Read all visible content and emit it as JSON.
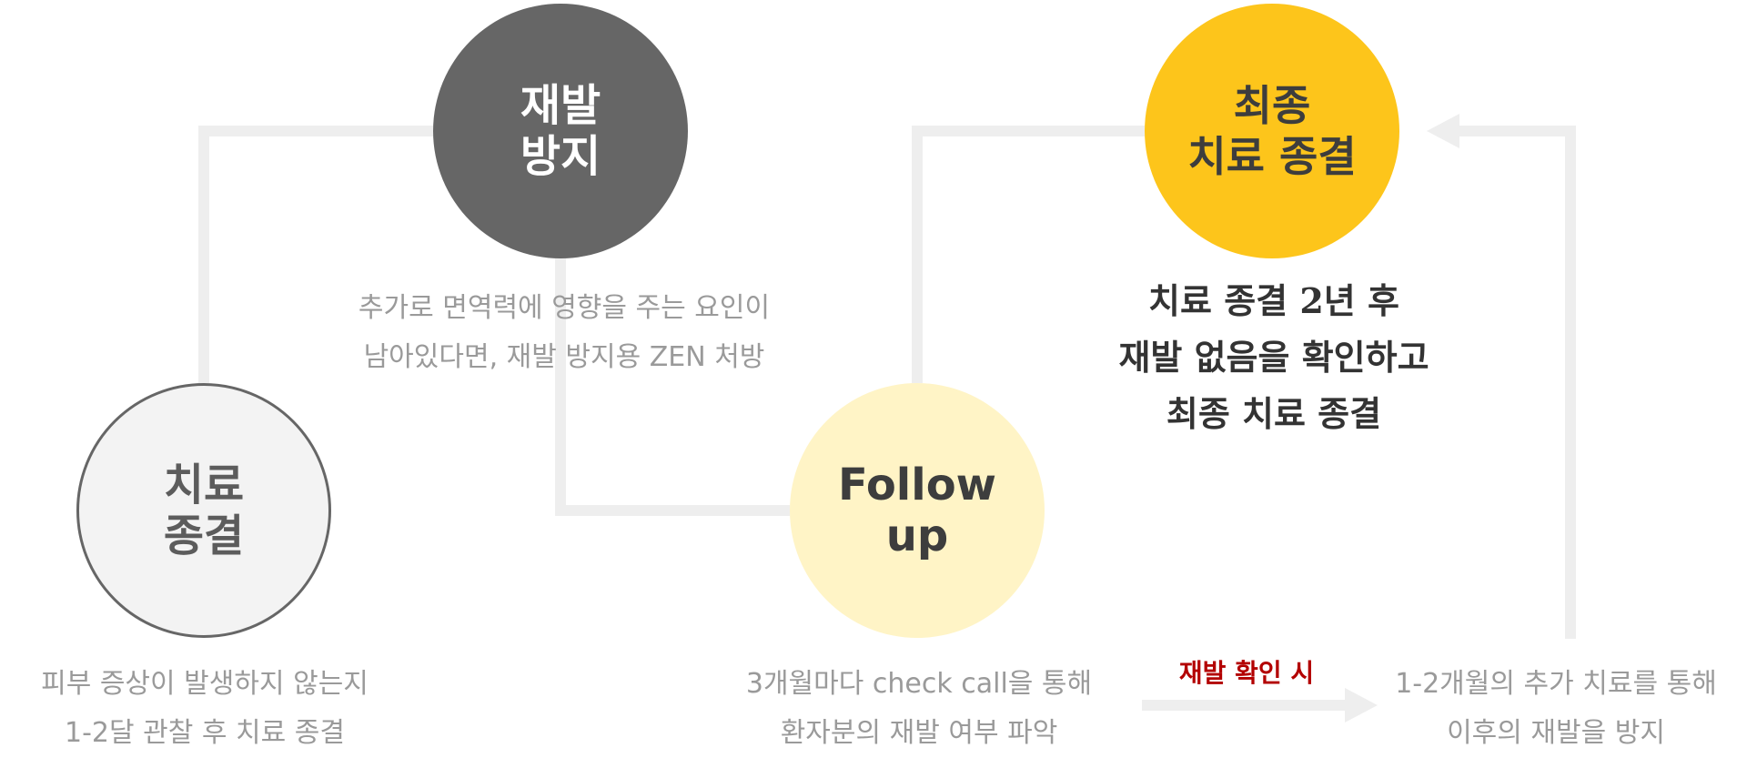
{
  "nodes": {
    "treatment_end": {
      "title_lines": [
        "치료",
        "종결"
      ],
      "desc_lines": [
        "피부 증상이 발생하지 않는지",
        "1-2달 관찰 후 치료 종결"
      ]
    },
    "relapse_prevention": {
      "title_lines": [
        "재발",
        "방지"
      ],
      "desc_lines": [
        "추가로 면역력에 영향을 주는 요인이",
        "남아있다면, 재발 방지용 ZEN 처방"
      ]
    },
    "follow_up": {
      "title_lines": [
        "Follow",
        "up"
      ],
      "desc_lines": [
        "3개월마다 check call을 통해",
        "환자분의 재발 여부 파악"
      ]
    },
    "final_end": {
      "title_lines": [
        "최종",
        "치료 종결"
      ],
      "desc_lines": [
        "치료 종결 2년 후",
        "재발 없음을 확인하고",
        "최종 치료 종결"
      ]
    },
    "extra_treatment": {
      "desc_lines": [
        "1-2개월의 추가 치료를 통해",
        "이후의 재발을 방지"
      ]
    }
  },
  "arrow_label": "재발 확인 시",
  "colors": {
    "connector": "#eeeeee",
    "treatment_end_fill": "#f3f3f3",
    "treatment_end_border": "#666666",
    "relapse_prevention_fill": "#666666",
    "follow_up_fill": "#fff4c6",
    "final_end_fill": "#fdc51b",
    "description_text": "#9a9a9a",
    "final_description_text": "#333333",
    "arrow_label_text": "#b30000"
  }
}
